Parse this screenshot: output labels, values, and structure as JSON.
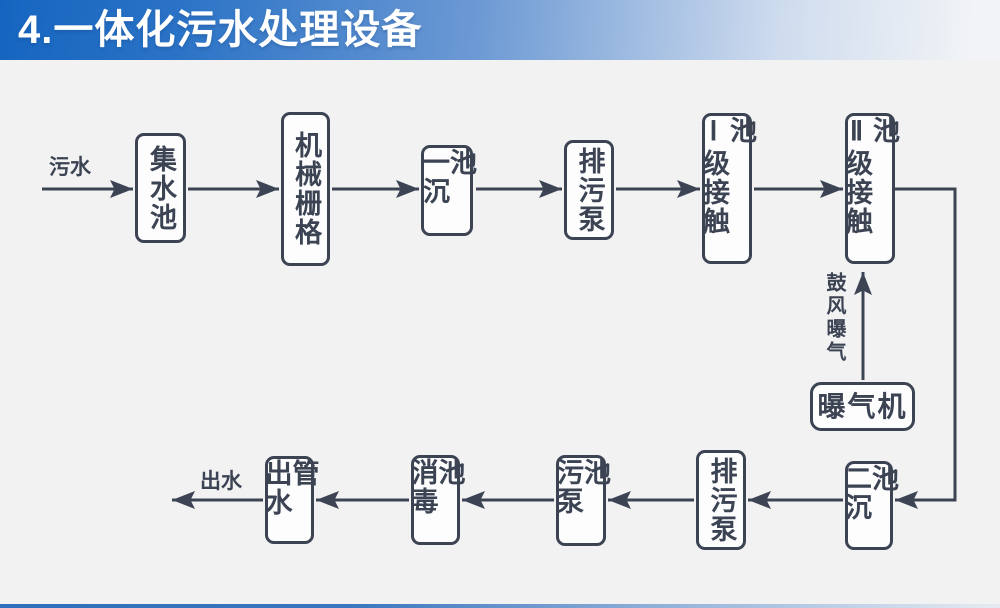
{
  "title": "4.一体化污水处理设备",
  "flow_labels": {
    "inflow": "污水",
    "outflow": "出水",
    "aeration": "鼓风曝气"
  },
  "nodes": {
    "collection_tank": "集水池",
    "mechanical_grid": "机械栅格",
    "primary_sedimentation_tank": "一沉池",
    "sewage_pump_top": "排污泵",
    "contact_tank_level1": "Ⅰ级接触池",
    "contact_tank_level2": "Ⅱ级接触池",
    "aerator": "曝气机",
    "secondary_sedimentation_tank": "二沉池",
    "sewage_pump_bottom": "排污泵",
    "sludge_pump_tank": "污泵池",
    "disinfection_tank": "消毒池",
    "outlet_pipe": "出水管"
  },
  "colors": {
    "diagram_dark": "#3c4454",
    "header_blue": "#1565c0",
    "background": "#f2f2f3",
    "box_fill": "#fdfdfe",
    "title_text": "#ffffff"
  }
}
